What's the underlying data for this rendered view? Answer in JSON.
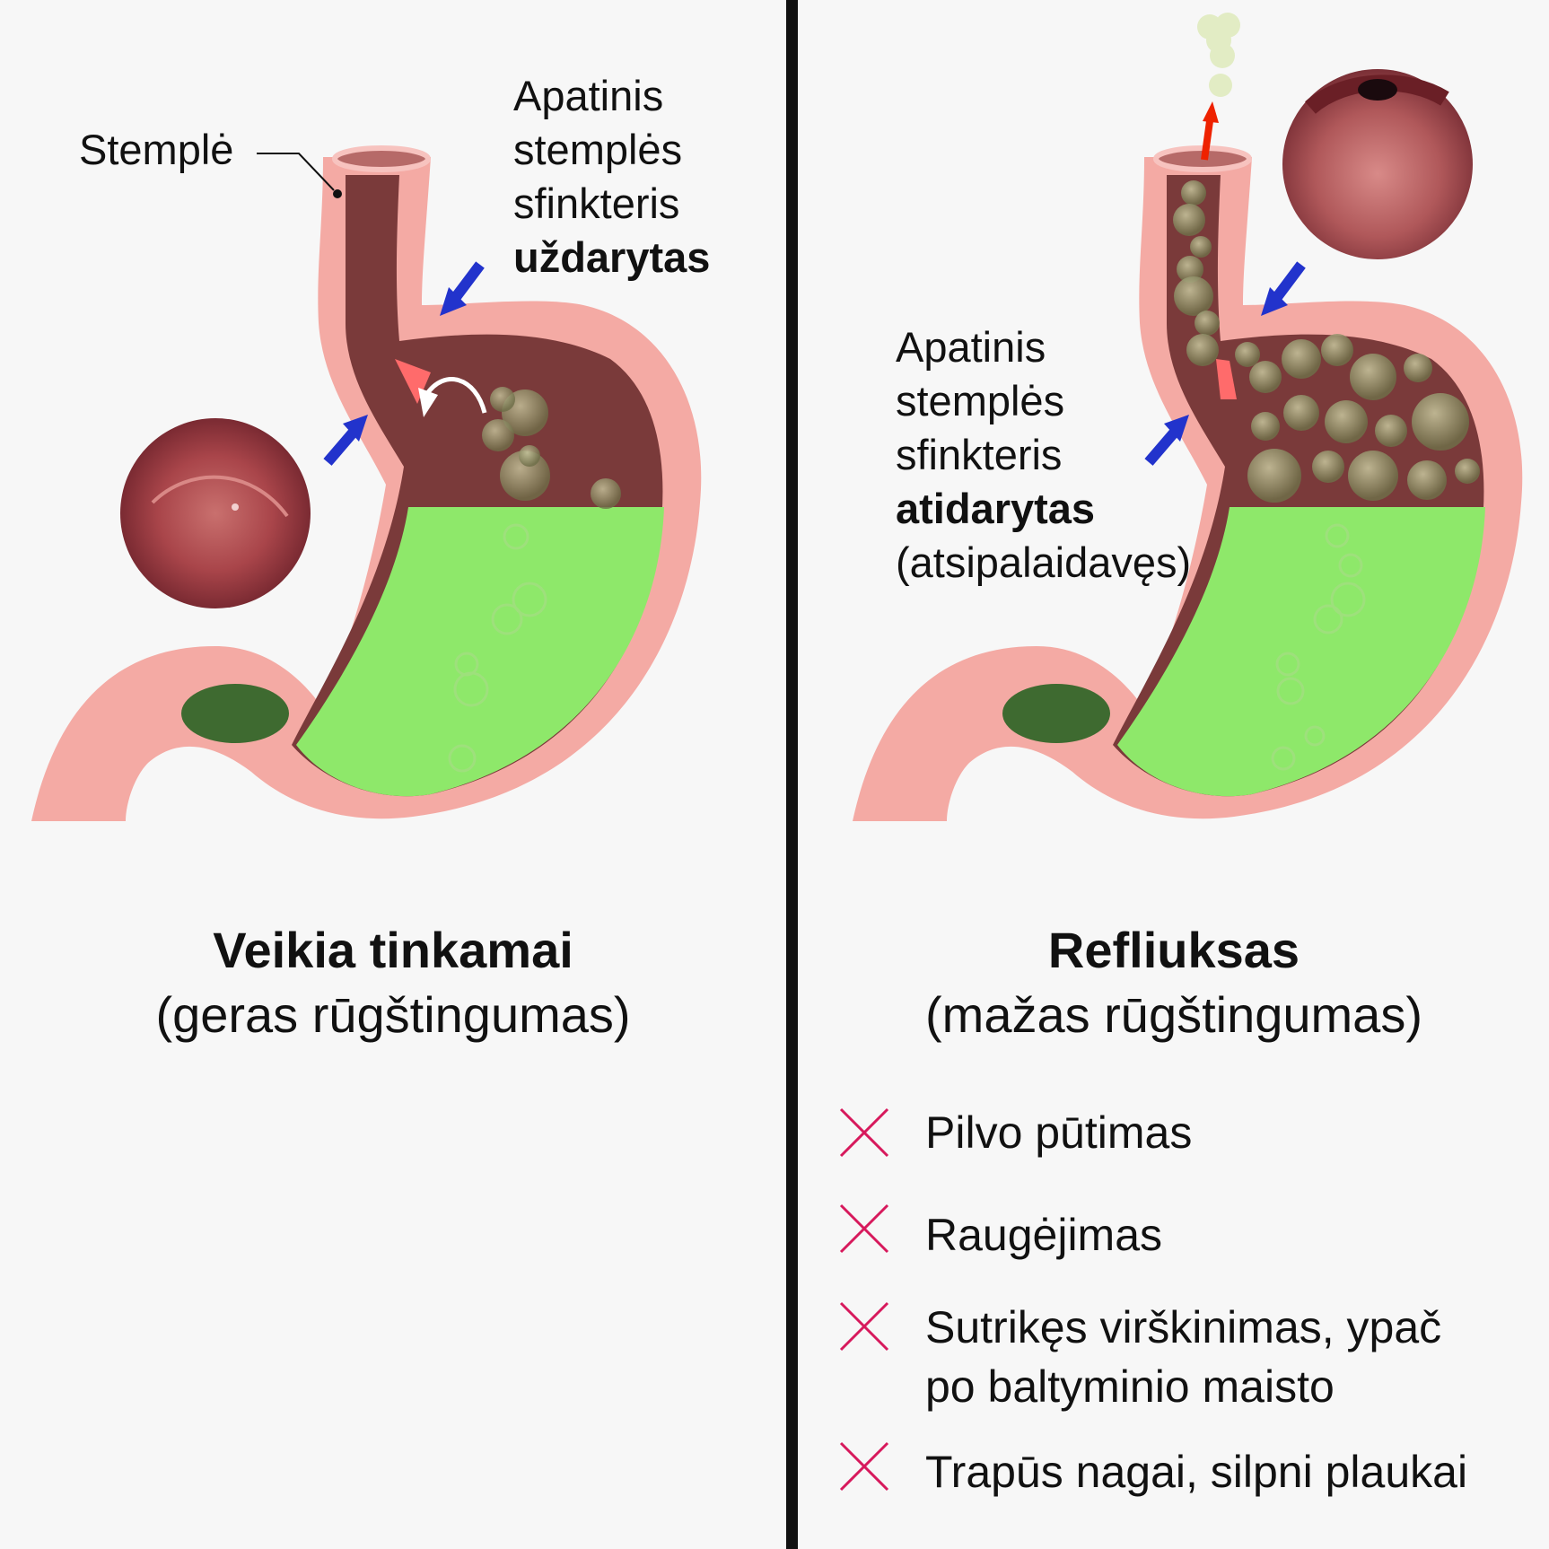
{
  "left_panel": {
    "esophagus_label": "Stemplė",
    "sphincter_label": {
      "line1": "Apatinis",
      "line2": "stemplės",
      "line3": "sfinkteris",
      "state": "uždarytas"
    },
    "title": "Veikia tinkamai",
    "subtitle": "(geras rūgštingumas)"
  },
  "right_panel": {
    "sphincter_label": {
      "line1": "Apatinis",
      "line2": "stemplės",
      "line3": "sfinkteris",
      "state": "atidarytas",
      "note": "(atsipalaidavęs)"
    },
    "title": "Refliuksas",
    "subtitle": "(mažas rūgštingumas)",
    "symptoms": [
      {
        "icon": "x-mark-icon",
        "text": "Pilvo pūtimas"
      },
      {
        "icon": "x-mark-icon",
        "text": "Raugėjimas"
      },
      {
        "icon": "x-mark-icon",
        "text": "Sutrikęs virškinimas, ypač",
        "text2": "po baltyminio maisto"
      },
      {
        "icon": "x-mark-icon",
        "text": "Trapūs nagai, silpni plaukai"
      }
    ]
  },
  "colors": {
    "stomach_wall": "#f4aaa4",
    "stomach_wall_dark": "#e88e88",
    "gastric_acid": "#8ee86a",
    "air_space": "#7a3a3a",
    "bubble": "#8a8a5a",
    "arrow_blue": "#2233cc",
    "reflux_arrow": "#ee2200",
    "symptom_x": "#d7195c",
    "divider": "#111111"
  }
}
